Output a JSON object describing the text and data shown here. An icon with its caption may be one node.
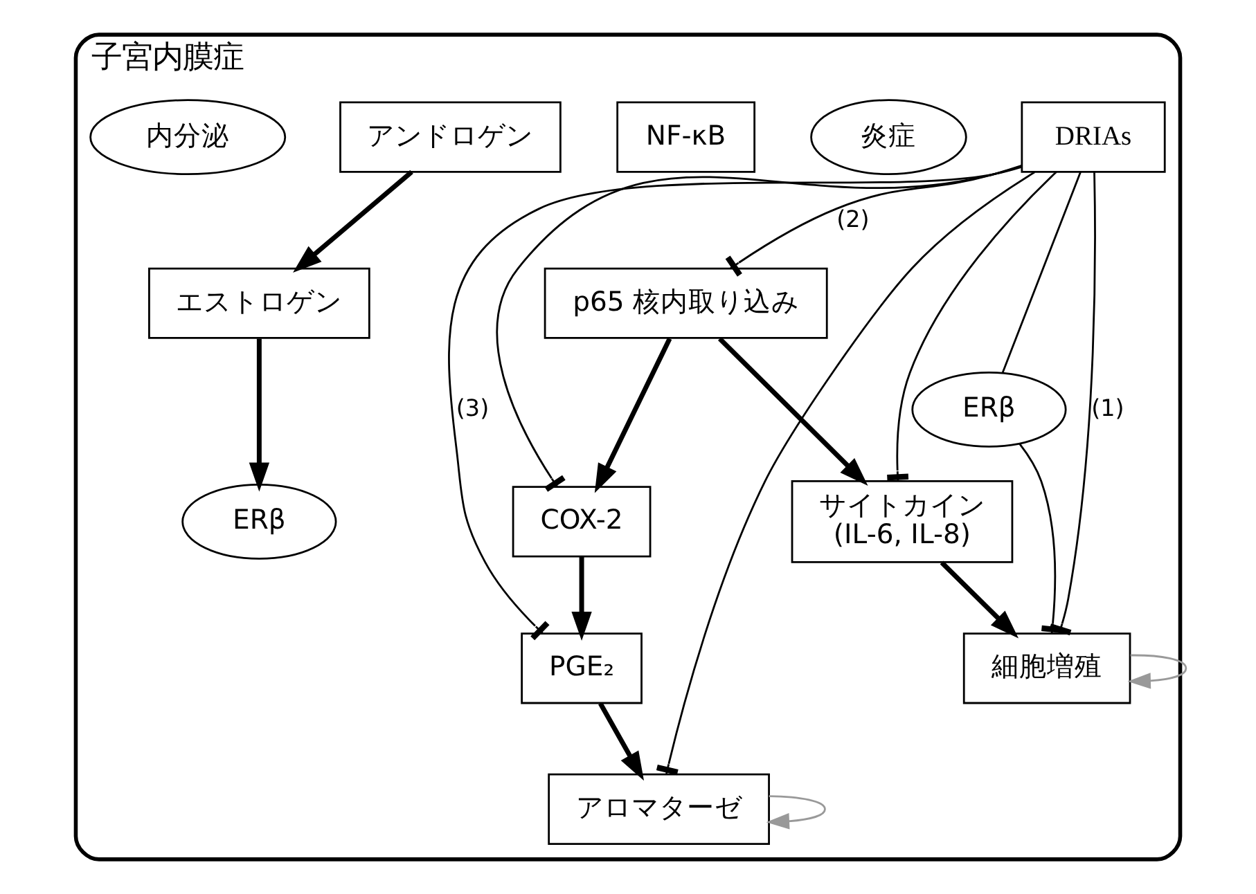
{
  "diagram": {
    "nodes": [
      {
        "text": [
          "子宮内膜症"
        ]
      },
      {
        "text": [
          "NF-κB"
        ],
        "in": 0
      },
      {
        "text": [
          "p65 核内取り込み"
        ],
        "in": 0
      },
      {
        "text": [
          "炎症"
        ],
        "in": 0
      },
      {
        "text": [
          "COX-2"
        ],
        "in": 0
      },
      {
        "text": [
          "PGE₂"
        ],
        "in": 0
      },
      {
        "text": [
          "サイトカイン",
          "(IL-6, IL-8)"
        ],
        "in": 0
      },
      {
        "text": [
          "DRIAs"
        ],
        "in": 0
      },
      {
        "text": [
          "ERβ"
        ],
        "in": 0
      },
      {
        "text": [
          "アロマターゼ"
        ],
        "in": 0
      },
      {
        "text": [
          "細胞増殖"
        ],
        "in": 0
      },
      {
        "text": [
          "アンドロゲン"
        ],
        "in": 0
      },
      {
        "text": [
          "エストロゲン"
        ],
        "in": 0
      },
      {
        "text": [
          "ERβ"
        ],
        "in": 0
      },
      {
        "text": [
          "内分泌"
        ],
        "in": 0
      }
    ],
    "edges": [
      {
        "from": 2,
        "to": 4,
        "arrow": "to",
        "style": "thick"
      },
      {
        "from": 2,
        "to": 6,
        "arrow": "to",
        "style": "thick"
      },
      {
        "from": 4,
        "to": 5,
        "arrow": "to",
        "style": "thick"
      },
      {
        "from": 5,
        "to": 9,
        "arrow": "to",
        "style": "thick"
      },
      {
        "from": 6,
        "to": 10,
        "arrow": "to",
        "style": "thick"
      },
      {
        "from": 7,
        "to": 4,
        "arrow": "other"
      },
      {
        "from": 7,
        "to": 5,
        "arrow": "other",
        "label": "(3)"
      },
      {
        "from": 7,
        "to": 2,
        "arrow": "other",
        "label": "(2)"
      },
      {
        "from": 7,
        "to": 6,
        "arrow": "other"
      },
      {
        "from": 7,
        "to": 8,
        "arrow": "none"
      },
      {
        "from": 7,
        "to": 9,
        "arrow": "other"
      },
      {
        "from": 7,
        "to": 10,
        "arrow": "other",
        "label": "(1)"
      },
      {
        "from": 8,
        "to": 10,
        "arrow": "other"
      },
      {
        "from": 9,
        "to": 9,
        "arrow": "to",
        "color": "#999999"
      },
      {
        "from": 10,
        "to": 10,
        "arrow": "to",
        "color": "#999999"
      },
      {
        "from": 11,
        "to": 12,
        "arrow": "to",
        "style": "thick"
      },
      {
        "from": 12,
        "to": 13,
        "arrow": "to",
        "style": "thick"
      }
    ]
  }
}
